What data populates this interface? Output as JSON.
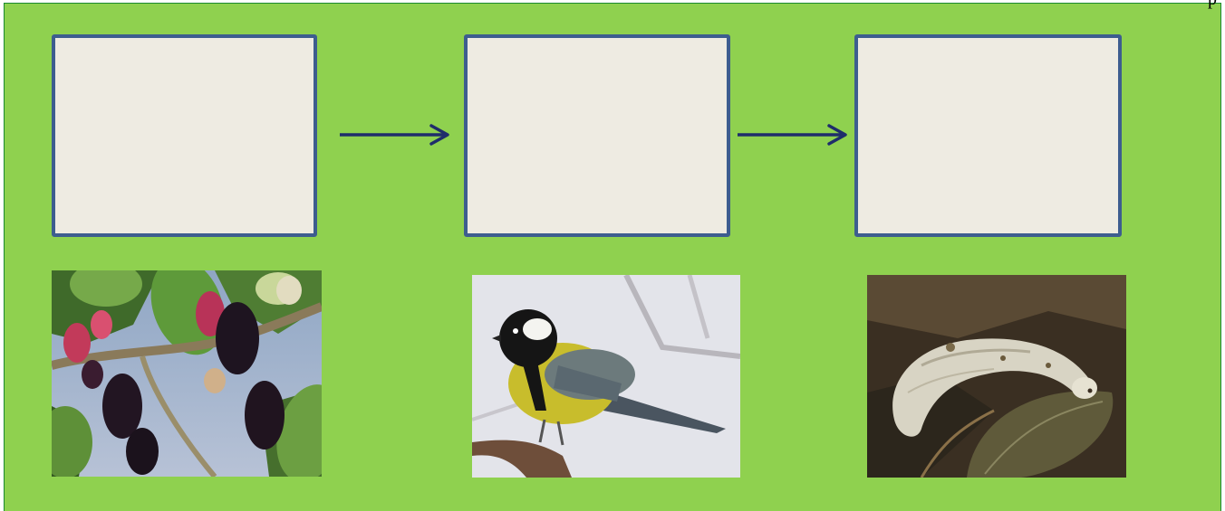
{
  "page_number_fragment": "p",
  "colors": {
    "background": "#8fd14f",
    "panel_border": "#1a8a30",
    "box_fill": "#eeebe2",
    "box_border": "#3d5d8f",
    "arrow": "#1f2d6b"
  },
  "chain": {
    "boxes": [
      {
        "text": ""
      },
      {
        "text": ""
      },
      {
        "text": ""
      }
    ],
    "arrows": [
      "arrow-right-icon",
      "arrow-right-icon"
    ]
  },
  "images": [
    {
      "subject": "mulberry-branch"
    },
    {
      "subject": "great-tit-bird"
    },
    {
      "subject": "silkworm-caterpillar"
    }
  ]
}
